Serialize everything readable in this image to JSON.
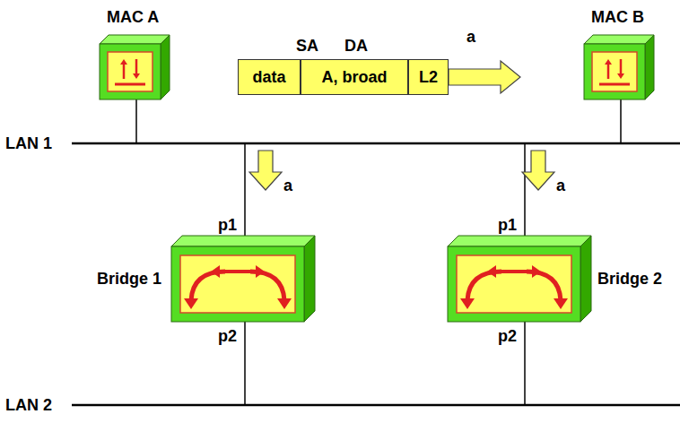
{
  "diagram": {
    "nodes": [
      {
        "text": [
          "MAC A"
        ]
      },
      {
        "text": [
          "MAC B"
        ]
      },
      {
        "text": [
          "data"
        ]
      },
      {
        "text": [
          "A, broad"
        ]
      },
      {
        "text": [
          "L2"
        ]
      },
      {
        "text": [
          "Bridge 1"
        ]
      },
      {
        "text": [
          "Bridge 2"
        ]
      }
    ],
    "labels": [
      "SA",
      "DA",
      "a",
      "LAN 1",
      "a",
      "a",
      "p1",
      "p2",
      "p1",
      "p2",
      "LAN 2"
    ]
  }
}
